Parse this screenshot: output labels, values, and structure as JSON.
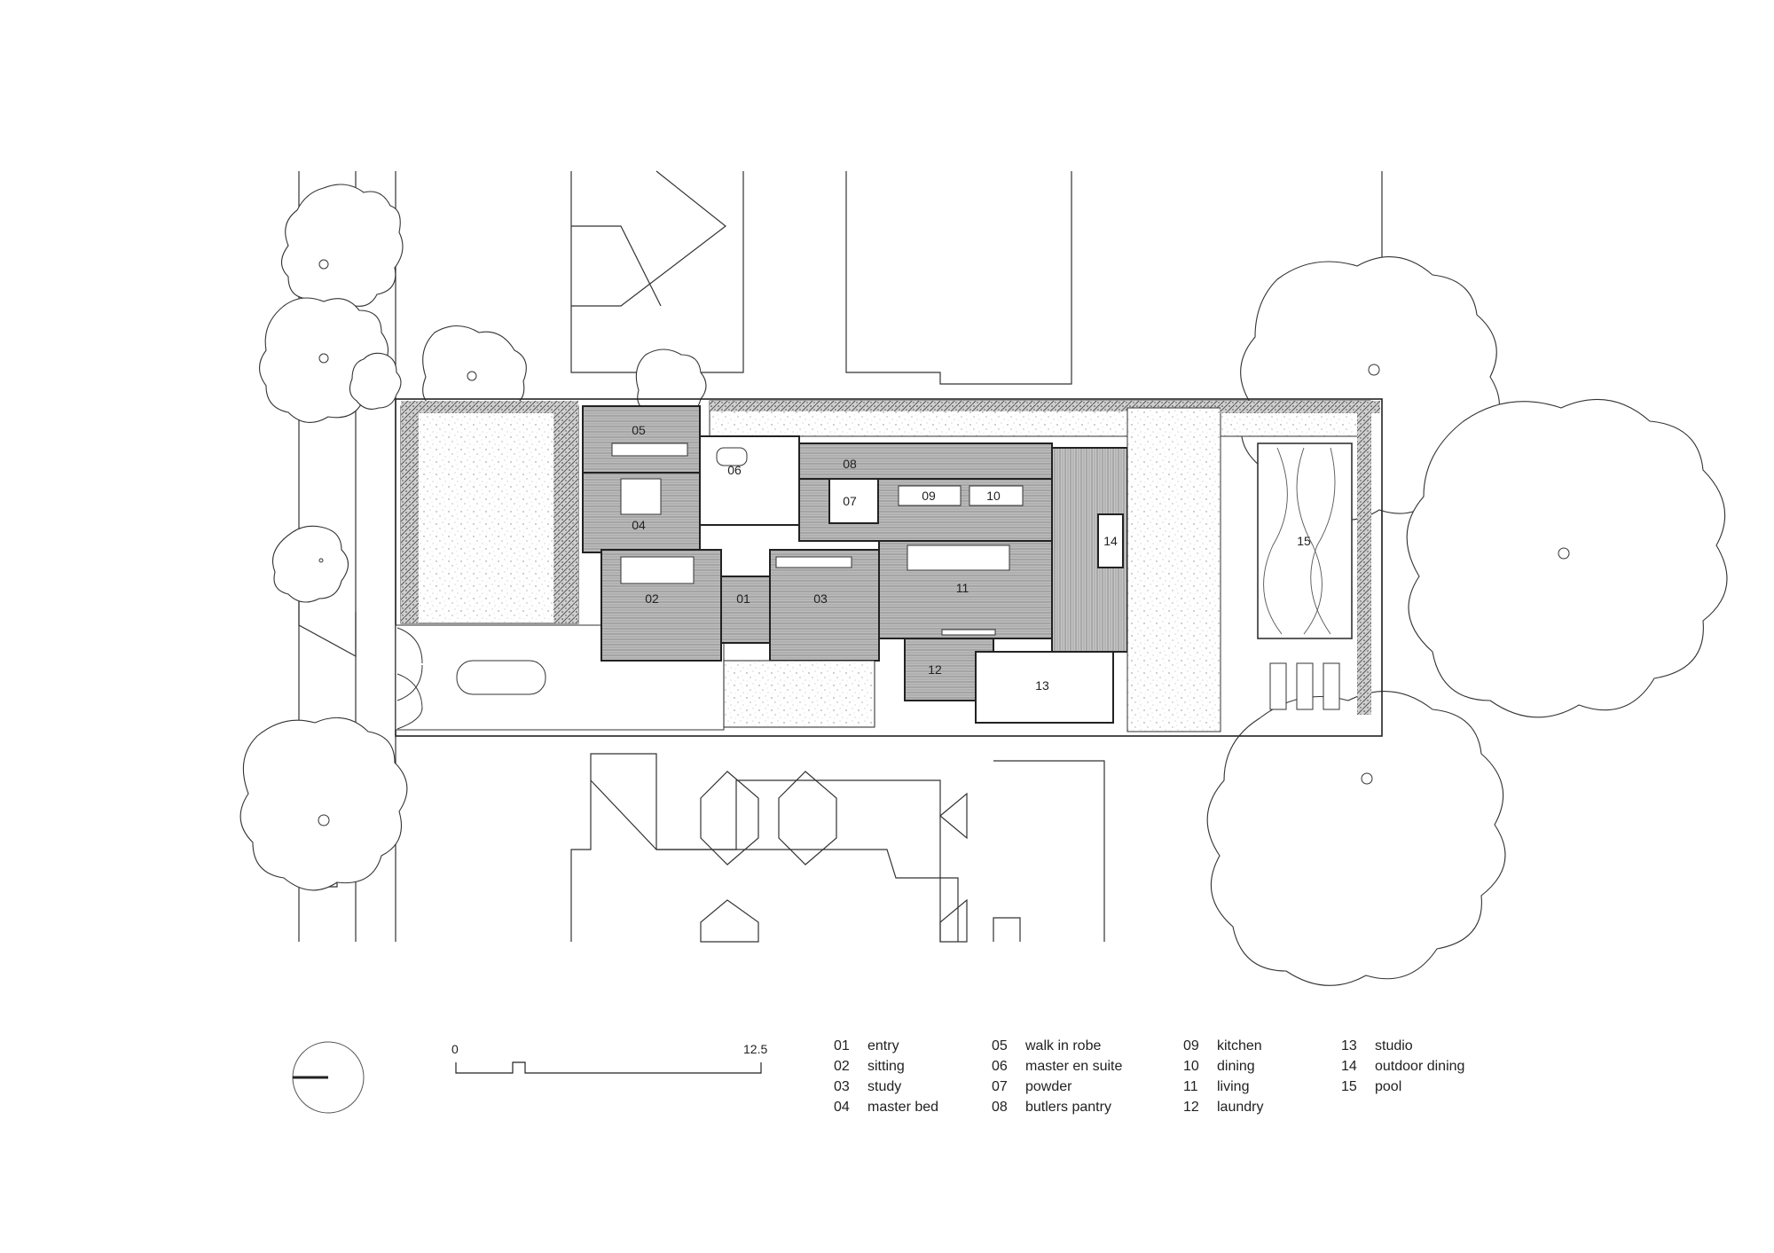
{
  "plan": {
    "room_labels": [
      {
        "id": "01",
        "name": "entry"
      },
      {
        "id": "02",
        "name": "sitting"
      },
      {
        "id": "03",
        "name": "study"
      },
      {
        "id": "04",
        "name": "master bed"
      },
      {
        "id": "05",
        "name": "walk in robe"
      },
      {
        "id": "06",
        "name": "master en suite"
      },
      {
        "id": "07",
        "name": "powder"
      },
      {
        "id": "08",
        "name": "butlers pantry"
      },
      {
        "id": "09",
        "name": "kitchen"
      },
      {
        "id": "10",
        "name": "dining"
      },
      {
        "id": "11",
        "name": "living"
      },
      {
        "id": "12",
        "name": "laundry"
      },
      {
        "id": "13",
        "name": "studio"
      },
      {
        "id": "14",
        "name": "outdoor dining"
      },
      {
        "id": "15",
        "name": "pool"
      }
    ]
  },
  "scale": {
    "start": "0",
    "end": "12.5"
  },
  "legend": {
    "columns": [
      [
        {
          "num": "01",
          "label": "entry"
        },
        {
          "num": "02",
          "label": "sitting"
        },
        {
          "num": "03",
          "label": "study"
        },
        {
          "num": "04",
          "label": "master bed"
        }
      ],
      [
        {
          "num": "05",
          "label": "walk in robe"
        },
        {
          "num": "06",
          "label": "master en suite"
        },
        {
          "num": "07",
          "label": "powder"
        },
        {
          "num": "08",
          "label": "butlers pantry"
        }
      ],
      [
        {
          "num": "09",
          "label": "kitchen"
        },
        {
          "num": "10",
          "label": "dining"
        },
        {
          "num": "11",
          "label": "living"
        },
        {
          "num": "12",
          "label": "laundry"
        }
      ],
      [
        {
          "num": "13",
          "label": "studio"
        },
        {
          "num": "14",
          "label": "outdoor dining"
        },
        {
          "num": "15",
          "label": "pool"
        }
      ]
    ]
  },
  "colors": {
    "line": "#333333",
    "hatch": "#777777",
    "ink": "#222222"
  }
}
